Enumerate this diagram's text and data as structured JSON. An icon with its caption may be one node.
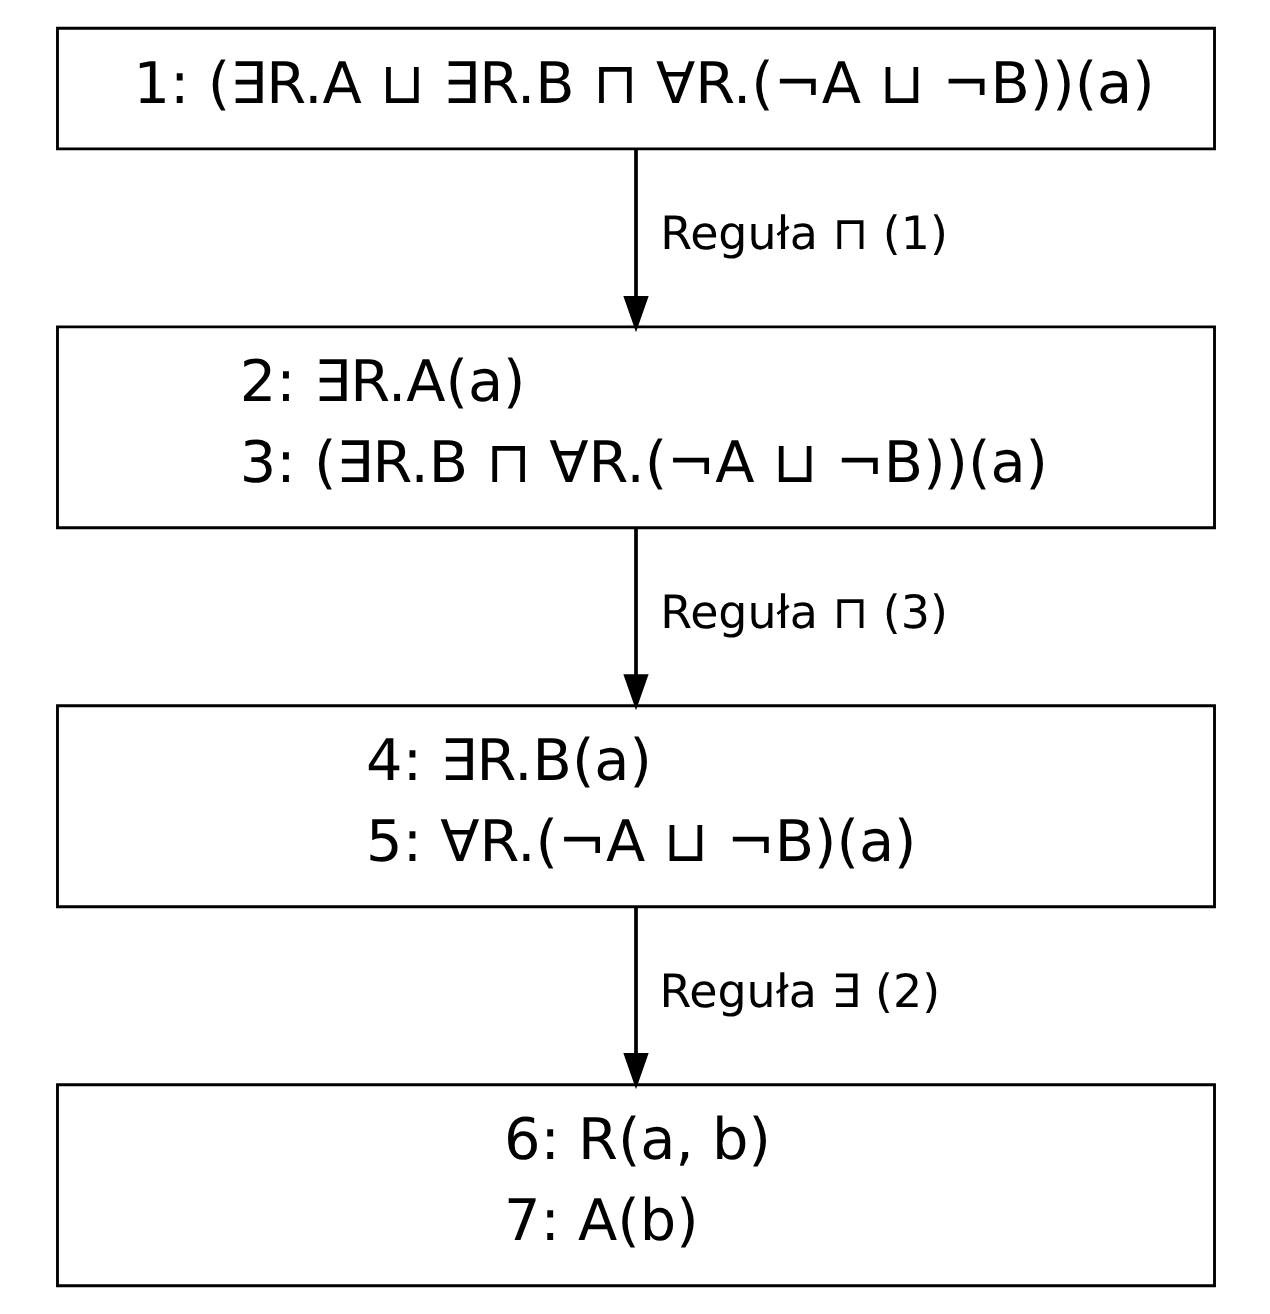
{
  "diagram": {
    "nodes": [
      {
        "text": [
          "1: (∃R.A ⊔ ∃R.B ⊓ ∀R.(¬A ⊔ ¬B))(a)"
        ]
      },
      {
        "text": [
          "2: ∃R.A(a)",
          "3: (∃R.B ⊓ ∀R.(¬A ⊔ ¬B))(a)"
        ]
      },
      {
        "text": [
          "4: ∃R.B(a)",
          "5: ∀R.(¬A ⊔ ¬B)(a)"
        ]
      },
      {
        "text": [
          "6: R(a, b)",
          "7: A(b)"
        ]
      }
    ],
    "edges": [
      {
        "from": 0,
        "to": 1,
        "arrow": "to",
        "label": "Reguła ⊓ (1)"
      },
      {
        "from": 1,
        "to": 2,
        "arrow": "to",
        "label": "Reguła ⊓ (3)"
      },
      {
        "from": 2,
        "to": 3,
        "arrow": "to",
        "label": "Reguła ∃ (2)"
      }
    ]
  }
}
